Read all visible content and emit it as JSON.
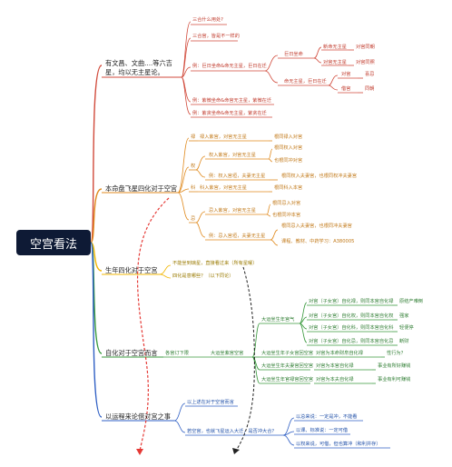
{
  "root": "空宫看法",
  "branches": [
    {
      "label_lines": [
        "有文昌、文曲....等六吉",
        "星，均以无主星论。"
      ],
      "color": "#d14a3b",
      "children": [
        "三合什么用处?",
        "三合宫，皆是不一样的",
        "例：巨日坐命&命无主星，巨日在迁",
        "巨日坐命",
        "新命无主星",
        "对宫同朝",
        "对宫无主星",
        "对宫同照",
        "命无主星，巨日在迁",
        "对宫",
        "喜忌",
        "借宫",
        "同朝",
        "例：紫微坐命&命宫无主星，紫微在迁",
        "例：紫贪坐命&命无主星，紫贪在迁"
      ]
    },
    {
      "label_lines": [
        "本命盘飞星四化对于空宫"
      ],
      "color": "#e08a1e",
      "children": [
        "禄",
        "禄入紫宫，对宫无主星",
        "根同禄入对宫",
        "权",
        "权入紫宫，对宫无主星",
        "根同权入对宫",
        "也根同冲对宫",
        "例：权入宫垣，夫妻无主星",
        "根同权入夫妻宫，也根同权冲夫妻宫",
        "科",
        "科入紫宫，对宫无主星",
        "根同科入本宫",
        "忌",
        "忌入紫宫，对宫无主星",
        "根同忌入对宫",
        "也根同冲本宫",
        "例：忌入宫垣，夫妻无主星",
        "根同忌入夫妻宫，也根同冲夫妻宫",
        "课程、教材、中药学习：A380005"
      ]
    },
    {
      "label_lines": [
        "生年四化对于空宫"
      ],
      "color": "#f2b705",
      "children": [
        "不能坐到璃星，直接看过来（所有星曜）",
        "四化是意哪些？（以下同论）"
      ]
    },
    {
      "label_lines": [
        "自化对于空宫而言"
      ],
      "color": "#3a9a3e",
      "children": [
        "各宫订下限",
        "大运坐紫宫空宫",
        "大运坐生年宫气",
        "对宫（子女宫）自化禄，则同本宫自化禄",
        "原结产难倒",
        "对宫（子女宫）自化权，则同本宫自化权",
        "强家",
        "对宫（子女宫）自化科，则同本宫自化科",
        "轻便停",
        "对宫（子女宫）自化忌，则同本宫自化忌",
        "断财",
        "大运坐生年子女宫回空宫",
        "对宫为本命财帛自化禄",
        "性行为？",
        "大运坐生年夫妻宫回空宫",
        "对宫为本官自化禄",
        "事业有所好赚钱",
        "大运坐生年官禄宫回空宫",
        "对宫为本夫自化禄",
        "事业有利可赚钱"
      ]
    },
    {
      "label_lines": [
        "以运程来论借对宫之事"
      ],
      "color": "#2f5fc4",
      "children": [
        "以上述在对于空宫而言",
        "若空宫，也就飞星运入大迁，是否冲大合？",
        "以总来说：一定是冲，不能看",
        "以课、标准说：一定可借",
        "以权来说，可借，但也算冲（和利并存）"
      ]
    }
  ]
}
